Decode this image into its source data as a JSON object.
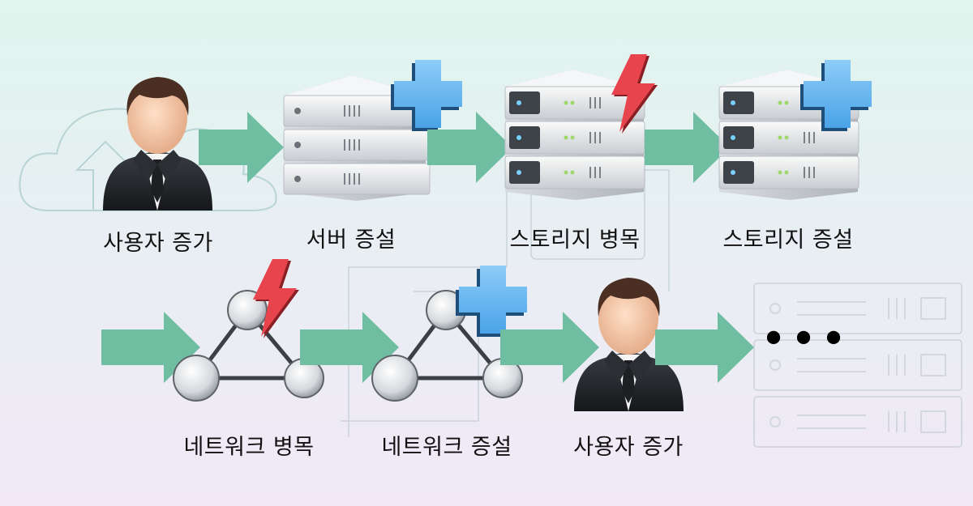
{
  "steps": {
    "user_growth_1": "사용자 증가",
    "server_expansion": "서버 증설",
    "storage_bottleneck": "스토리지 병목",
    "storage_expansion": "스토리지 증설",
    "network_bottleneck": "네트워크 병목",
    "network_expansion": "네트워크 증설",
    "user_growth_2": "사용자 증가"
  },
  "continuation": "•••",
  "colors": {
    "arrow": "#6fbea2",
    "plus": "#5cb0ef",
    "bolt": "#e8444d"
  }
}
